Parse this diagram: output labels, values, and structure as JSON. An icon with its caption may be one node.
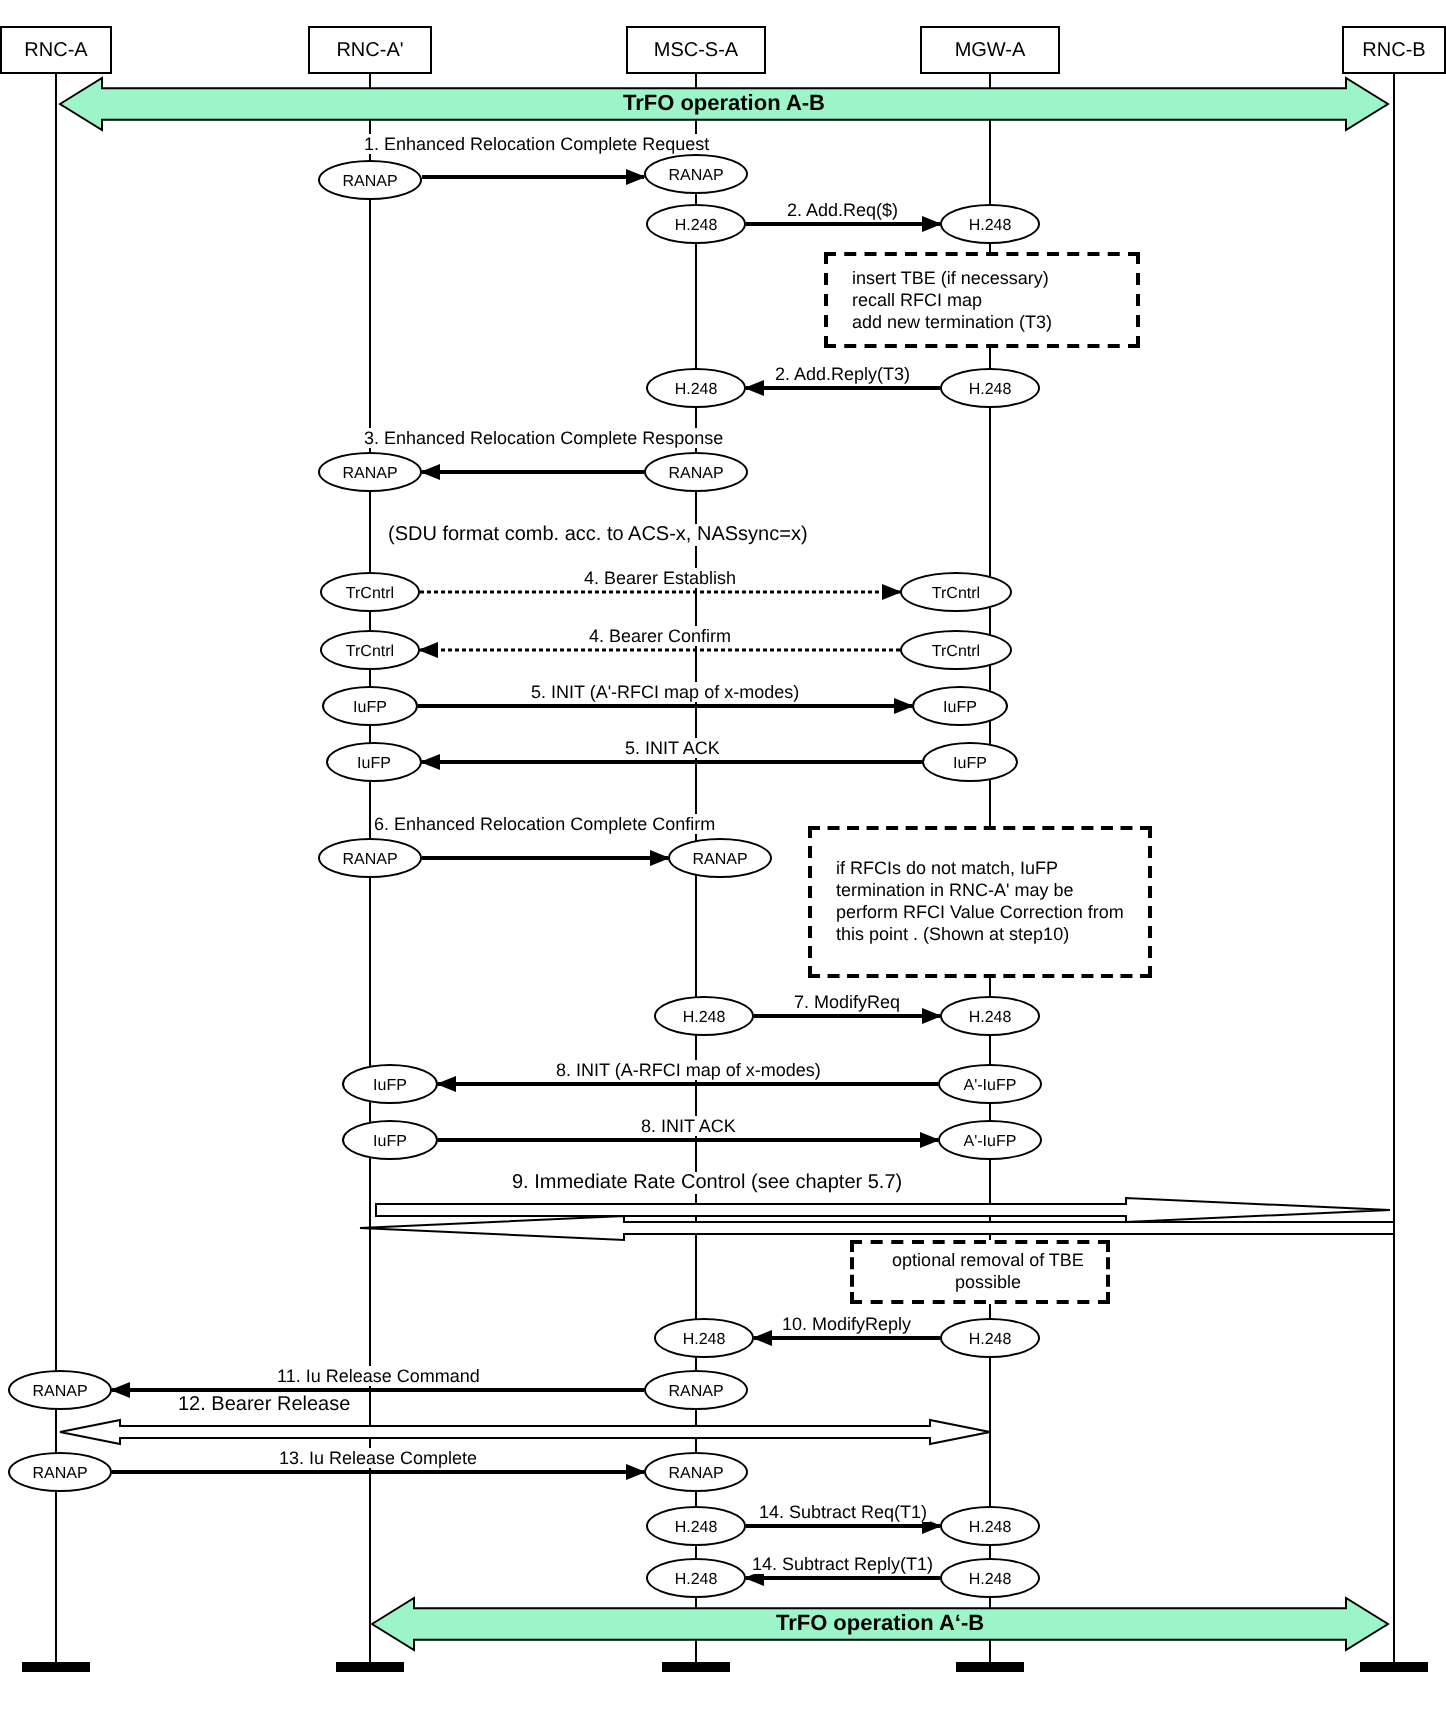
{
  "diagram": {
    "nodes": [
      {
        "text": [
          "RNC-A"
        ]
      },
      {
        "text": [
          "RNC-A'"
        ]
      },
      {
        "text": [
          "MSC-S-A"
        ]
      },
      {
        "text": [
          "MGW-A"
        ]
      },
      {
        "text": [
          "RNC-B"
        ]
      },
      {
        "text": [
          "TrFO operation A-B"
        ]
      },
      {
        "text": [
          "RANAP"
        ]
      },
      {
        "text": [
          "RANAP"
        ]
      },
      {
        "text": [
          "H.248"
        ]
      },
      {
        "text": [
          "H.248"
        ]
      },
      {
        "text": [
          "insert TBE (if necessary)",
          "recall RFCI map",
          "add new termination (T3)"
        ]
      },
      {
        "text": [
          "H.248"
        ]
      },
      {
        "text": [
          "H.248"
        ]
      },
      {
        "text": [
          "RANAP"
        ]
      },
      {
        "text": [
          "RANAP"
        ]
      },
      {
        "text": [
          "TrCntrl"
        ]
      },
      {
        "text": [
          "TrCntrl"
        ]
      },
      {
        "text": [
          "TrCntrl"
        ]
      },
      {
        "text": [
          "TrCntrl"
        ]
      },
      {
        "text": [
          "IuFP"
        ]
      },
      {
        "text": [
          "IuFP"
        ]
      },
      {
        "text": [
          "IuFP"
        ]
      },
      {
        "text": [
          "IuFP"
        ]
      },
      {
        "text": [
          "RANAP"
        ]
      },
      {
        "text": [
          "RANAP"
        ]
      },
      {
        "text": [
          "if RFCIs do not match, IuFP termination in RNC-A' may be perform RFCI Value Correction from this point . (Shown at step10)"
        ]
      },
      {
        "text": [
          "H.248"
        ]
      },
      {
        "text": [
          "H.248"
        ]
      },
      {
        "text": [
          "IuFP"
        ]
      },
      {
        "text": [
          "A'-IuFP"
        ]
      },
      {
        "text": [
          "IuFP"
        ]
      },
      {
        "text": [
          "A'-IuFP"
        ]
      },
      {
        "text": [
          "optional removal of TBE possible"
        ]
      },
      {
        "text": [
          "H.248"
        ]
      },
      {
        "text": [
          "H.248"
        ]
      },
      {
        "text": [
          "RANAP"
        ]
      },
      {
        "text": [
          "RANAP"
        ]
      },
      {
        "text": [
          "RANAP"
        ]
      },
      {
        "text": [
          "RANAP"
        ]
      },
      {
        "text": [
          "H.248"
        ]
      },
      {
        "text": [
          "H.248"
        ]
      },
      {
        "text": [
          "H.248"
        ]
      },
      {
        "text": [
          "H.248"
        ]
      },
      {
        "text": [
          "TrFO operation A‘-B"
        ]
      }
    ],
    "edges": [
      {
        "from": 6,
        "to": 7,
        "arrow": "to",
        "label": "1. Enhanced Relocation Complete Request"
      },
      {
        "from": 8,
        "to": 9,
        "arrow": "to",
        "label": "2. Add.Req($)"
      },
      {
        "from": 12,
        "to": 11,
        "arrow": "to",
        "label": "2. Add.Reply(T3)"
      },
      {
        "from": 14,
        "to": 13,
        "arrow": "to",
        "label": "3. Enhanced Relocation Complete Response"
      },
      {
        "from": 15,
        "to": 16,
        "arrow": "to",
        "label": "4. Bearer Establish",
        "style": "dashed"
      },
      {
        "from": 18,
        "to": 17,
        "arrow": "to",
        "label": "4. Bearer Confirm",
        "style": "dashed"
      },
      {
        "from": 19,
        "to": 20,
        "arrow": "to",
        "label": "5. INIT (A'-RFCI map of x-modes)"
      },
      {
        "from": 22,
        "to": 21,
        "arrow": "to",
        "label": "5. INIT ACK"
      },
      {
        "from": 23,
        "to": 24,
        "arrow": "to",
        "label": "6. Enhanced Relocation Complete Confirm"
      },
      {
        "from": 26,
        "to": 27,
        "arrow": "to",
        "label": "7. ModifyReq"
      },
      {
        "from": 29,
        "to": 28,
        "arrow": "to",
        "label": "8. INIT (A-RFCI map of x-modes)"
      },
      {
        "from": 30,
        "to": 31,
        "arrow": "to",
        "label": "8. INIT ACK"
      },
      {
        "from": 34,
        "to": 33,
        "arrow": "to",
        "label": "10. ModifyReply"
      },
      {
        "from": 36,
        "to": 35,
        "arrow": "to",
        "label": "11. Iu Release Command"
      },
      {
        "from": 37,
        "to": 38,
        "arrow": "to",
        "label": "13. Iu Release Complete"
      },
      {
        "from": 39,
        "to": 40,
        "arrow": "to",
        "label": "14. Subtract Req(T1)"
      },
      {
        "from": 42,
        "to": 41,
        "arrow": "to",
        "label": "14. Subtract Reply(T1)"
      }
    ],
    "labels": [
      "(SDU format comb. acc. to ACS-x, NASsync=x)",
      "9. Immediate Rate Control (see chapter 5.7)",
      "12. Bearer Release"
    ]
  }
}
